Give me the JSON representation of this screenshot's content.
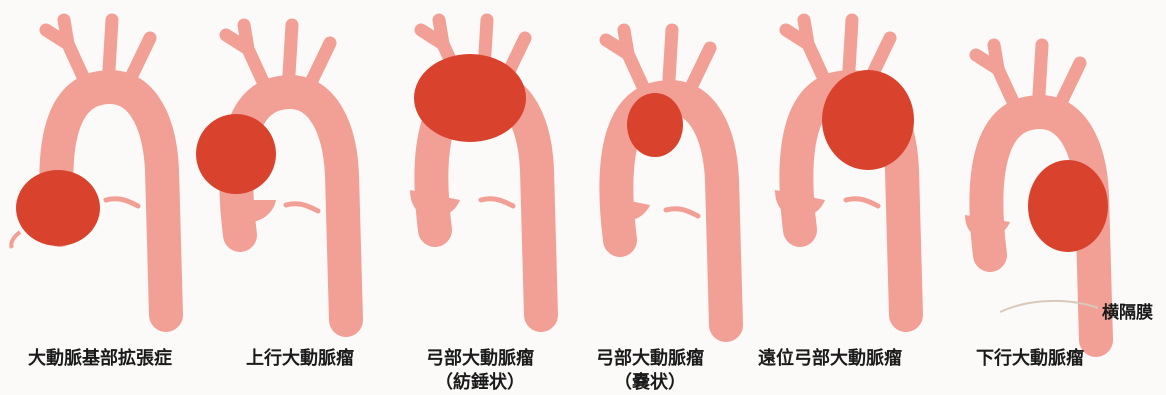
{
  "colors": {
    "aorta": "#f29f96",
    "aorta_light": "#f6b6ad",
    "aneurysm": "#d9432e",
    "background": "#fbfaf8"
  },
  "labels": [
    {
      "line1": "大動脈基部拡張症",
      "line2": ""
    },
    {
      "line1": "上行大動脈瘤",
      "line2": ""
    },
    {
      "line1": "弓部大動脈瘤",
      "line2": "（紡錘状）"
    },
    {
      "line1": "弓部大動脈瘤",
      "line2": "（嚢状）"
    },
    {
      "line1": "遠位弓部大動脈瘤",
      "line2": ""
    },
    {
      "line1": "下行大動脈瘤",
      "line2": ""
    }
  ],
  "diaphragm_label": "横隔膜"
}
